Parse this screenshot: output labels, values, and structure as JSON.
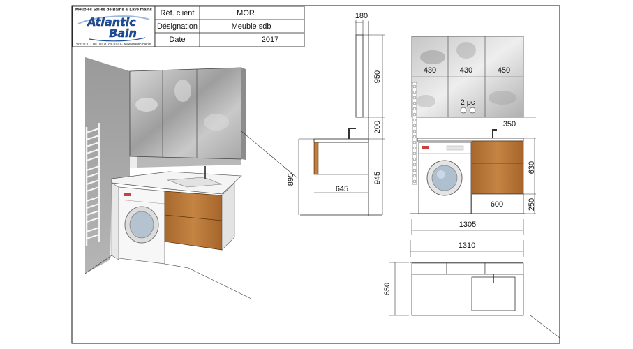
{
  "logo": {
    "tagline": "Meubles Salles de Bains & Lave mains",
    "brand_line1": "Atlantic",
    "brand_line2": "Bain",
    "contact": "VERTOU - Tél.: 02.40.80.30.20 - www.atlantic-bain.fr"
  },
  "title_block": {
    "rows": [
      {
        "label": "Réf. client",
        "value": "MOR"
      },
      {
        "label": "Désignation",
        "value": "Meuble sdb"
      },
      {
        "label": "Date",
        "value": "2017"
      }
    ]
  },
  "side_view": {
    "dims": {
      "mirror_depth": "180",
      "mirror_height": "950",
      "gap_height": "200",
      "floor_to_top": "895",
      "unit_height": "945",
      "depth": "645"
    }
  },
  "front_view": {
    "dims": {
      "col1": "430",
      "col2": "430",
      "col3": "450",
      "sockets": "2 pc",
      "sink_height": "350",
      "drawers_height": "630",
      "drawer_width": "600",
      "plinth_height": "250",
      "total_width": "1305"
    }
  },
  "top_view": {
    "dims": {
      "width": "1310",
      "depth": "650"
    }
  },
  "colors": {
    "wood": "#b8773a",
    "wood_dark": "#8a5424",
    "mirror": "#bdbdbd",
    "logo_blue": "#1d4f9c"
  }
}
